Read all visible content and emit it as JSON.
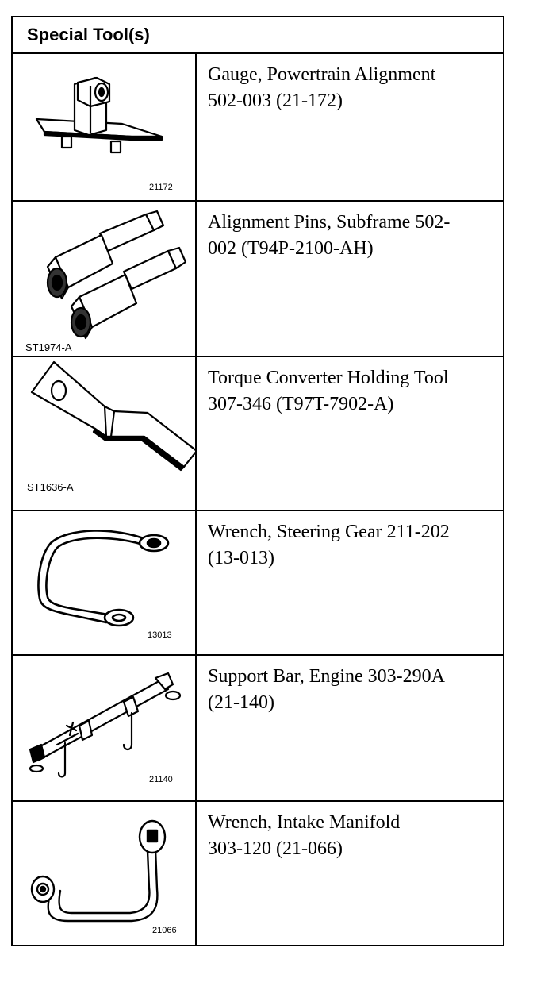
{
  "header": {
    "title": "Special Tool(s)"
  },
  "tools": [
    {
      "line1": "Gauge, Powertrain Alignment",
      "line2": "502-003 (21-172)",
      "code": "21172",
      "icon": "powertrain-alignment-gauge-icon"
    },
    {
      "line1": "Alignment Pins, Subframe 502-",
      "line2": "002 (T94P-2100-AH)",
      "code": "ST1974-A",
      "icon": "alignment-pins-icon"
    },
    {
      "line1": "Torque Converter Holding Tool",
      "line2": "307-346 (T97T-7902-A)",
      "code": "ST1636-A",
      "icon": "torque-converter-holding-tool-icon"
    },
    {
      "line1": "Wrench, Steering Gear 211-202",
      "line2": "(13-013)",
      "code": "13013",
      "icon": "steering-gear-wrench-icon"
    },
    {
      "line1": "Support Bar, Engine 303-290A",
      "line2": "(21-140)",
      "code": "21140",
      "icon": "engine-support-bar-icon"
    },
    {
      "line1": "Wrench, Intake Manifold",
      "line2": "303-120 (21-066)",
      "code": "21066",
      "icon": "intake-manifold-wrench-icon"
    }
  ]
}
